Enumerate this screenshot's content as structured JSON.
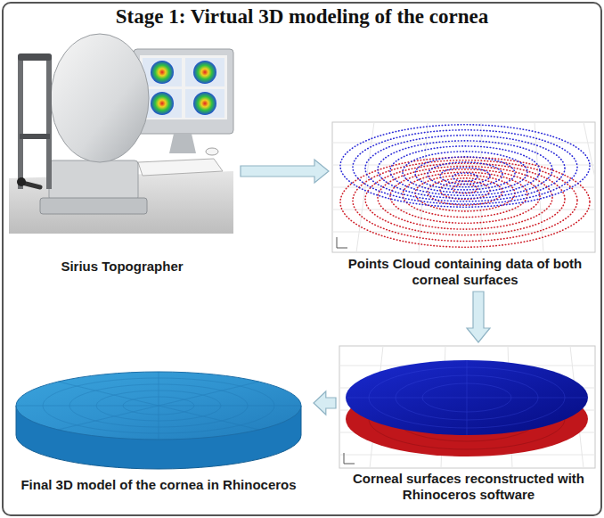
{
  "diagram": {
    "title": "Stage 1: Virtual 3D modeling of the cornea",
    "nodes": [
      {
        "text": [
          "Sirius Topographer"
        ]
      },
      {
        "text": [
          "Points Cloud containing data of both corneal surfaces"
        ]
      },
      {
        "text": [
          "Corneal surfaces reconstructed with Rhinoceros software"
        ]
      },
      {
        "text": [
          "Final 3D model of the cornea in Rhinoceros"
        ]
      }
    ],
    "edges": [
      {
        "from": 0,
        "to": 1,
        "arrow": "to"
      },
      {
        "from": 1,
        "to": 2,
        "arrow": "to"
      },
      {
        "from": 2,
        "to": 3,
        "arrow": "to"
      }
    ]
  }
}
